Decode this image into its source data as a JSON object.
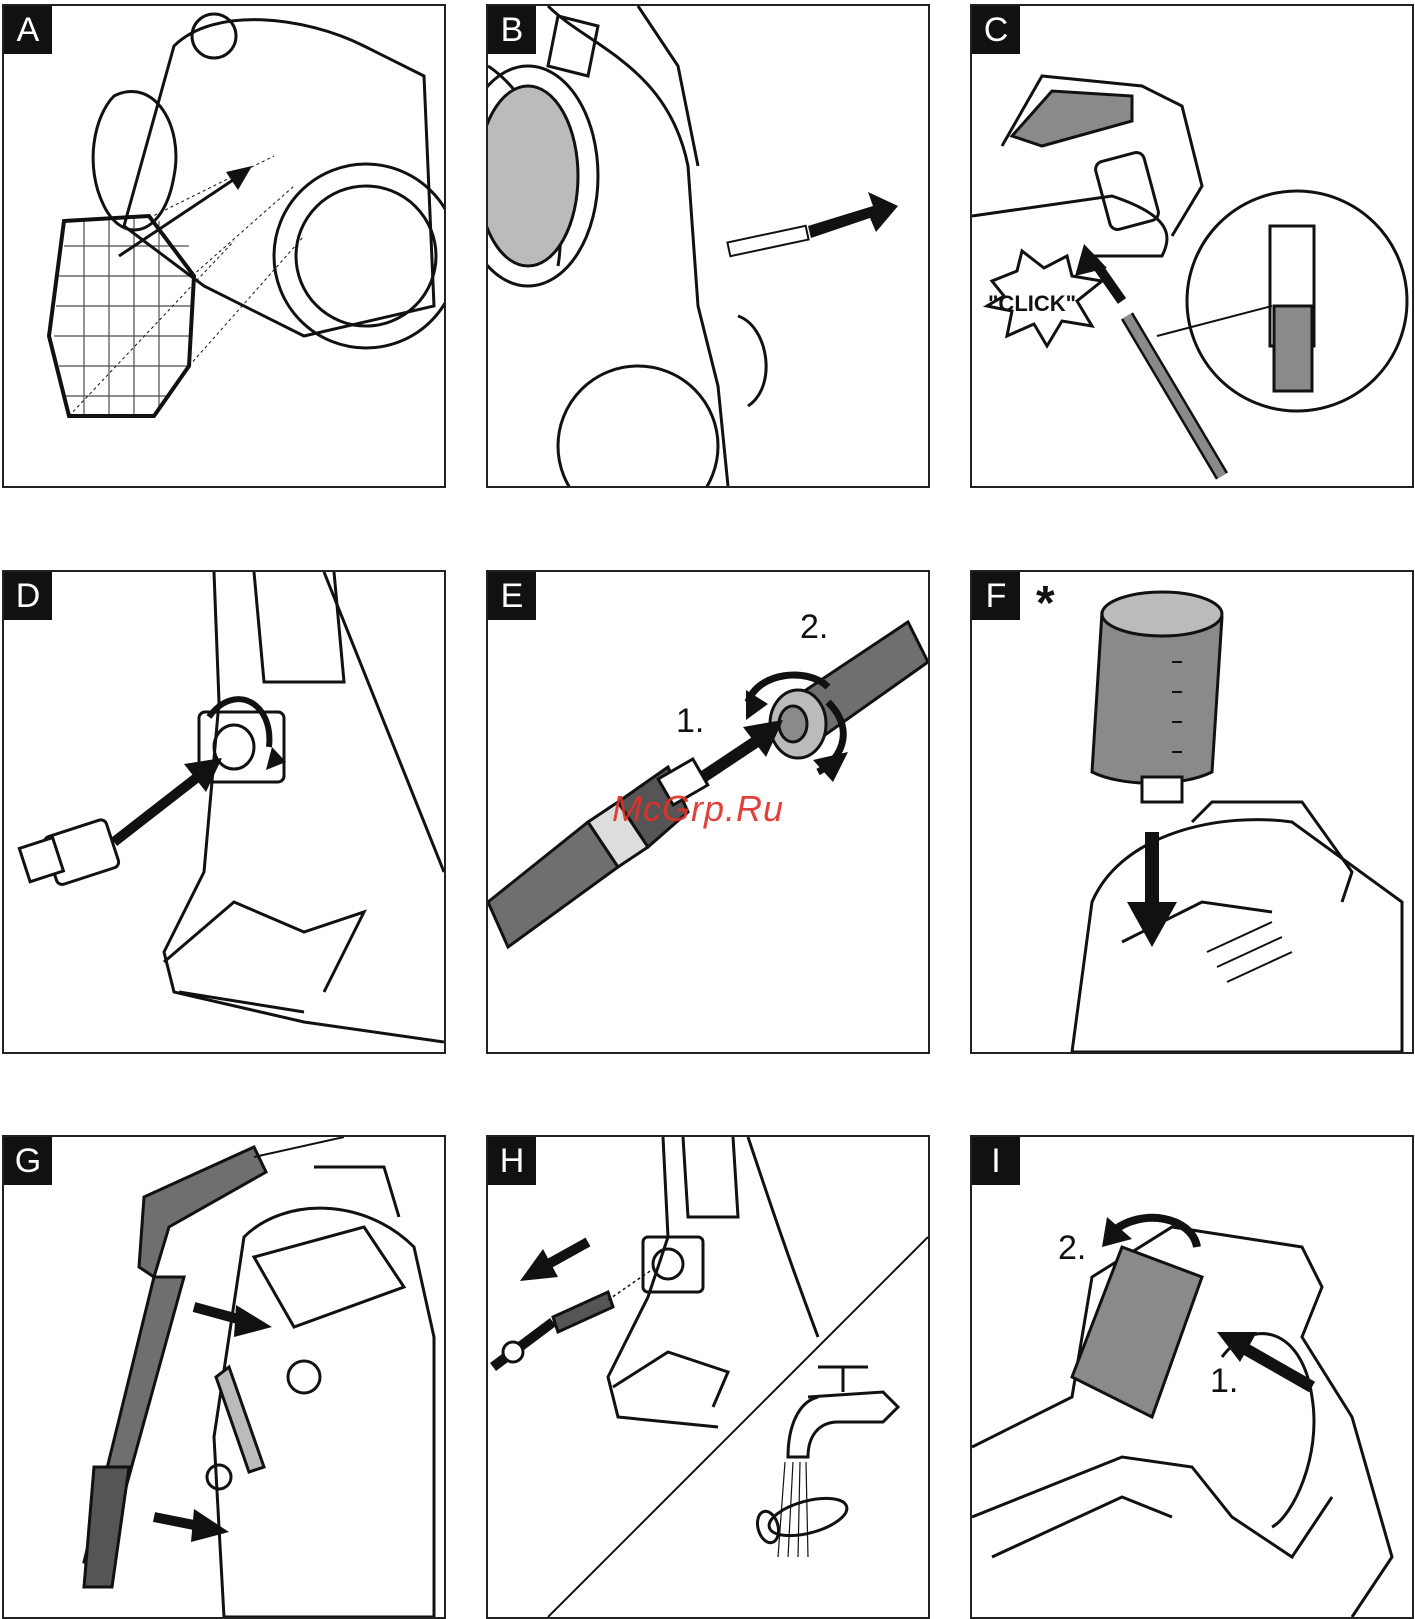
{
  "panels": [
    {
      "id": "A",
      "label": "A"
    },
    {
      "id": "B",
      "label": "B"
    },
    {
      "id": "C",
      "label": "C",
      "callout": "\"CLICK\""
    },
    {
      "id": "D",
      "label": "D"
    },
    {
      "id": "E",
      "label": "E",
      "steps": [
        "1.",
        "2."
      ]
    },
    {
      "id": "F",
      "label": "F",
      "marker": "*"
    },
    {
      "id": "G",
      "label": "G"
    },
    {
      "id": "H",
      "label": "H"
    },
    {
      "id": "I",
      "label": "I",
      "steps": [
        "2.",
        "1."
      ]
    }
  ],
  "watermark": "McGrp.Ru",
  "colors": {
    "ink": "#111111",
    "gray_fill": "#8a8a8a",
    "watermark": "#e0312b"
  }
}
